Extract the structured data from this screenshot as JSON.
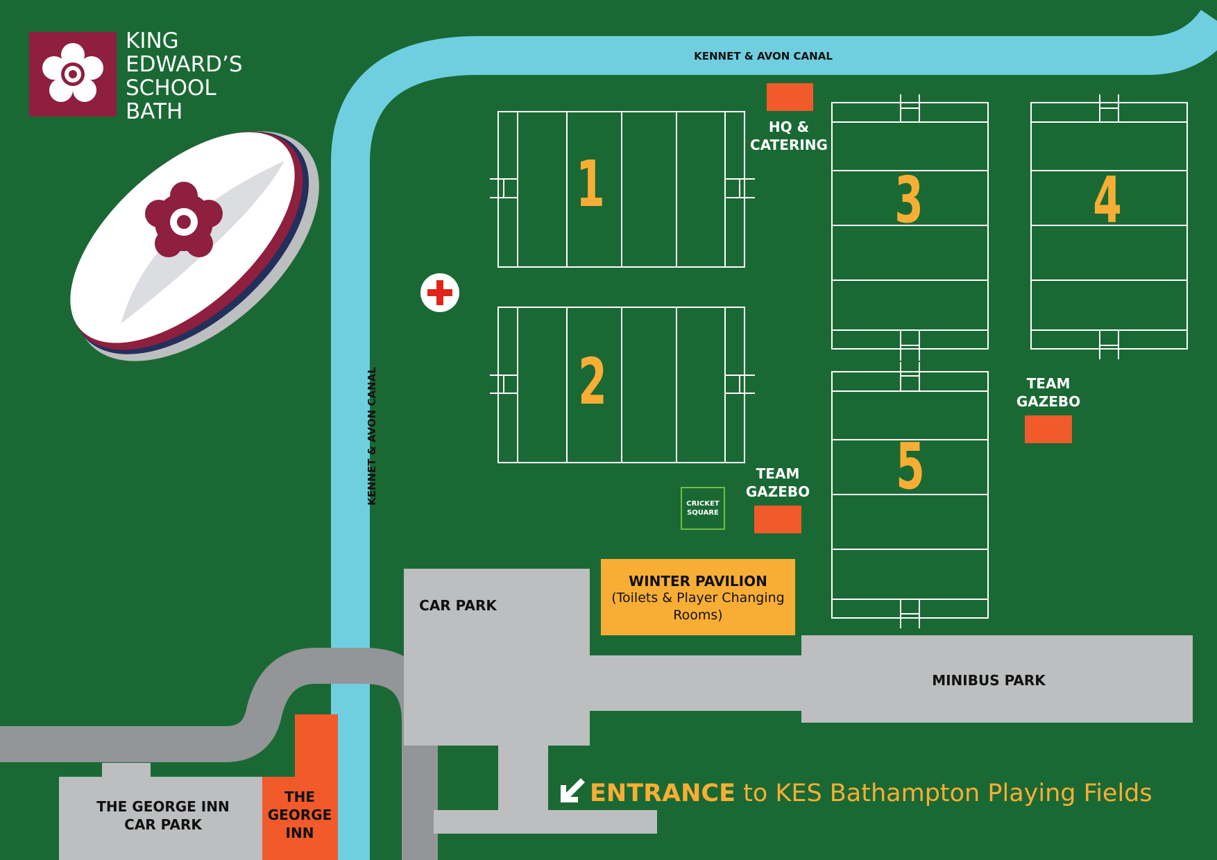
{
  "school": {
    "name_lines": [
      "KING",
      "EDWARD’S",
      "SCHOOL",
      "BATH"
    ],
    "logo_icon": "tudor-rose-icon",
    "brand_color": "#8e1f3f"
  },
  "colors": {
    "grass": "#1a6934",
    "canal": "#6fcfe0",
    "road": "#939598",
    "parking": "#bcbec0",
    "building": "#f15a2b",
    "highlight": "#f8ae35"
  },
  "canal": {
    "top_label": "KENNET & AVON CANAL",
    "side_label": "KENNET & AVON CANAL"
  },
  "pitches": [
    {
      "number": "1"
    },
    {
      "number": "2"
    },
    {
      "number": "3"
    },
    {
      "number": "4"
    },
    {
      "number": "5"
    }
  ],
  "facilities": {
    "hq": [
      "HQ &",
      "CATERING"
    ],
    "gazebo_a": [
      "TEAM",
      "GAZEBO"
    ],
    "gazebo_b": [
      "TEAM",
      "GAZEBO"
    ],
    "cricket": [
      "CRICKET",
      "SQUARE"
    ],
    "pavilion_title": "WINTER PAVILION",
    "pavilion_subtitle": "(Toilets & Player Changing Rooms)",
    "car_park": "CAR PARK",
    "minibus_park": "MINIBUS PARK",
    "george_inn_car_park": [
      "THE GEORGE INN",
      "CAR PARK"
    ],
    "george_inn": [
      "THE",
      "GEORGE",
      "INN"
    ],
    "first_aid_icon": "first-aid-cross-icon"
  },
  "entrance": {
    "bold": "ENTRANCE",
    "rest": " to KES Bathampton Playing Fields",
    "icon": "arrow-down-left-icon"
  }
}
